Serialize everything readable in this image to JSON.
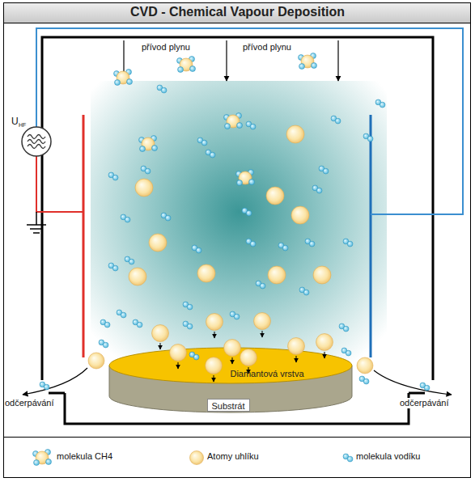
{
  "diagram": {
    "title": "CVD - Chemical Vapour Deposition",
    "nodes": [
      {
        "text": [
          "Diamantová vrstva"
        ]
      },
      {
        "text": [
          "Substrát"
        ]
      }
    ],
    "labels": [
      "přívod plynu",
      "přívod plynu",
      "U",
      "HF",
      "odčerpávání",
      "odčerpávání"
    ],
    "legend": [
      {
        "text": "molekula CH4"
      },
      {
        "text": "Atomy uhlíku"
      },
      {
        "text": "molekula vodíku"
      }
    ]
  }
}
